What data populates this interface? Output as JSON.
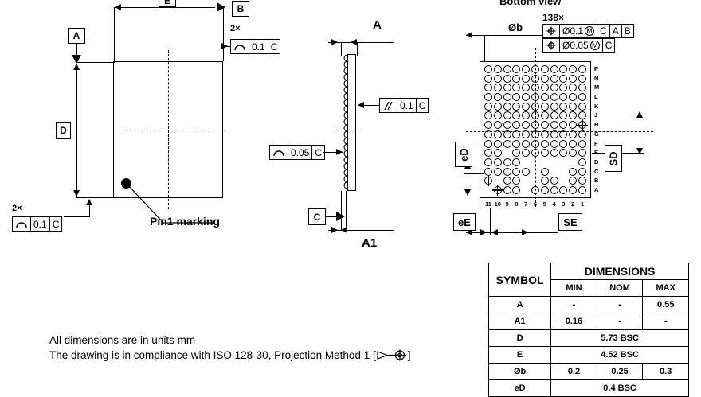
{
  "drawing": {
    "units_note": "All dimensions are in units mm",
    "iso_note_prefix": "The drawing is in compliance with ISO 128-30, Projection Method 1 [",
    "iso_note_suffix": "]",
    "pin1_label": "Pin1 marking",
    "bottom_view_title": "Bottom view"
  },
  "top_view": {
    "datum_a": "A",
    "datum_b": "B",
    "dim_d": "D",
    "dim_e": "E",
    "flatness_top": {
      "qty": "2×",
      "symbol": "profile-surface",
      "tol": "0.1",
      "datum": "C"
    },
    "flatness_bottom": {
      "qty": "2×",
      "symbol": "profile-surface",
      "tol": "0.1",
      "datum": "C"
    }
  },
  "side_view": {
    "dim_a": "A",
    "dim_a1": "A1",
    "datum_c": "C",
    "parallelism": {
      "symbol": "parallelism",
      "tol": "0.1",
      "datum": "C"
    },
    "profile": {
      "symbol": "profile-surface",
      "tol": "0.05",
      "datum": "C"
    }
  },
  "bottom_view": {
    "ball_qty": "138×",
    "ball_dia_label": "Øb",
    "pitch_d_label": "eD",
    "pitch_e_label": "eE",
    "offset_d_label": "SD",
    "offset_e_label": "SE",
    "position_frame_1": {
      "symbol": "position",
      "tol": "Ø0.1",
      "modifier": "M",
      "datums": [
        "C",
        "A",
        "B"
      ]
    },
    "position_frame_2": {
      "symbol": "position",
      "tol": "Ø0.05",
      "modifier": "M",
      "datums": [
        "C"
      ]
    },
    "row_labels": [
      "P",
      "N",
      "M",
      "L",
      "K",
      "J",
      "H",
      "G",
      "F",
      "E",
      "D",
      "C",
      "B",
      "A"
    ],
    "column_labels": [
      "11",
      "10",
      "9",
      "8",
      "7",
      "6",
      "5",
      "4",
      "3",
      "2",
      "1"
    ],
    "ball_map": [
      [
        1,
        1,
        1,
        1,
        1,
        1,
        1,
        1,
        1,
        1,
        1
      ],
      [
        1,
        1,
        1,
        1,
        1,
        1,
        1,
        1,
        1,
        1,
        1
      ],
      [
        1,
        1,
        1,
        1,
        1,
        1,
        1,
        1,
        1,
        1,
        1
      ],
      [
        1,
        1,
        1,
        1,
        1,
        1,
        1,
        1,
        1,
        1,
        1
      ],
      [
        1,
        1,
        1,
        1,
        1,
        1,
        1,
        1,
        1,
        1,
        1
      ],
      [
        1,
        1,
        1,
        1,
        1,
        1,
        1,
        1,
        1,
        1,
        1
      ],
      [
        1,
        1,
        1,
        1,
        1,
        1,
        1,
        1,
        1,
        1,
        2
      ],
      [
        1,
        1,
        1,
        1,
        1,
        1,
        1,
        1,
        1,
        1,
        1
      ],
      [
        1,
        1,
        1,
        1,
        1,
        1,
        1,
        1,
        1,
        1,
        1
      ],
      [
        1,
        1,
        0,
        1,
        1,
        1,
        1,
        1,
        1,
        1,
        1
      ],
      [
        1,
        1,
        1,
        1,
        0,
        0,
        0,
        0,
        0,
        0,
        1
      ],
      [
        1,
        1,
        1,
        1,
        1,
        0,
        1,
        0,
        0,
        1,
        1
      ],
      [
        2,
        0,
        1,
        1,
        0,
        0,
        1,
        1,
        0,
        1,
        1
      ],
      [
        0,
        2,
        1,
        1,
        0,
        1,
        1,
        1,
        1,
        1,
        1
      ]
    ]
  },
  "dimensions_table": {
    "header": {
      "symbol": "SYMBOL",
      "dimensions": "DIMENSIONS",
      "min": "MIN",
      "nom": "NOM",
      "max": "MAX"
    },
    "rows": [
      {
        "symbol": "A",
        "min": "-",
        "nom": "-",
        "max": "0.55",
        "span": false
      },
      {
        "symbol": "A1",
        "min": "0.16",
        "nom": "-",
        "max": "-",
        "span": false
      },
      {
        "symbol": "D",
        "value": "5.73 BSC",
        "span": true
      },
      {
        "symbol": "E",
        "value": "4.52 BSC",
        "span": true
      },
      {
        "symbol": "Øb",
        "min": "0.2",
        "nom": "0.25",
        "max": "0.3",
        "span": false
      },
      {
        "symbol": "eD",
        "value": "0.4 BSC",
        "span": true
      }
    ]
  }
}
